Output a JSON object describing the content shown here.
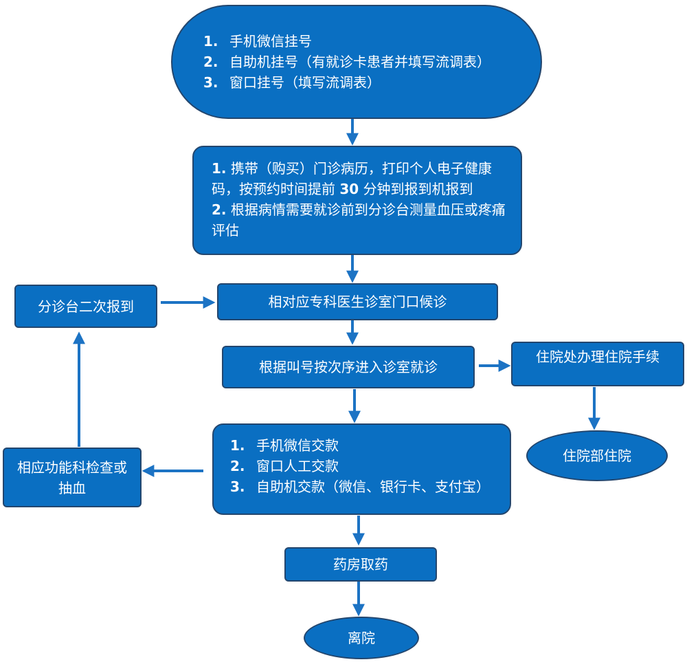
{
  "colors": {
    "fill": "#0a6fc2",
    "border": "#23466e",
    "arrow": "#1c73c4",
    "text": "#ffffff"
  },
  "registration": {
    "items": [
      {
        "num": "1.",
        "text": "手机微信挂号"
      },
      {
        "num": "2.",
        "text": "自助机挂号（有就诊卡患者并填写流调表）"
      },
      {
        "num": "3.",
        "text": "窗口挂号（填写流调表）"
      }
    ]
  },
  "checkin": {
    "line1_num": "1.",
    "line1_a": "携带（购买）门诊病历，打印个人电子健康码，按预约时间提前",
    "line1_num2": "30",
    "line1_b": "分钟到报到机报到",
    "line2_num": "2.",
    "line2": "根据病情需要就诊前到分诊台测量血压或疼痛评估"
  },
  "waiting": {
    "label": "相对应专科医生诊室门口候诊"
  },
  "second_checkin": {
    "label": "分诊台二次报到"
  },
  "consultation": {
    "label": "根据叫号按次序进入诊室就诊"
  },
  "admission_procedure": {
    "label": "住院处办理住院手续"
  },
  "inpatient": {
    "label": "住院部住院"
  },
  "payment": {
    "items": [
      {
        "num": "1.",
        "text": "手机微信交款"
      },
      {
        "num": "2.",
        "text": "窗口人工交款"
      },
      {
        "num": "3.",
        "text": "自助机交款（微信、银行卡、支付宝）"
      }
    ]
  },
  "exam": {
    "label": "相应功能科检查或抽血"
  },
  "pharmacy": {
    "label": "药房取药"
  },
  "discharge": {
    "label": "离院"
  }
}
